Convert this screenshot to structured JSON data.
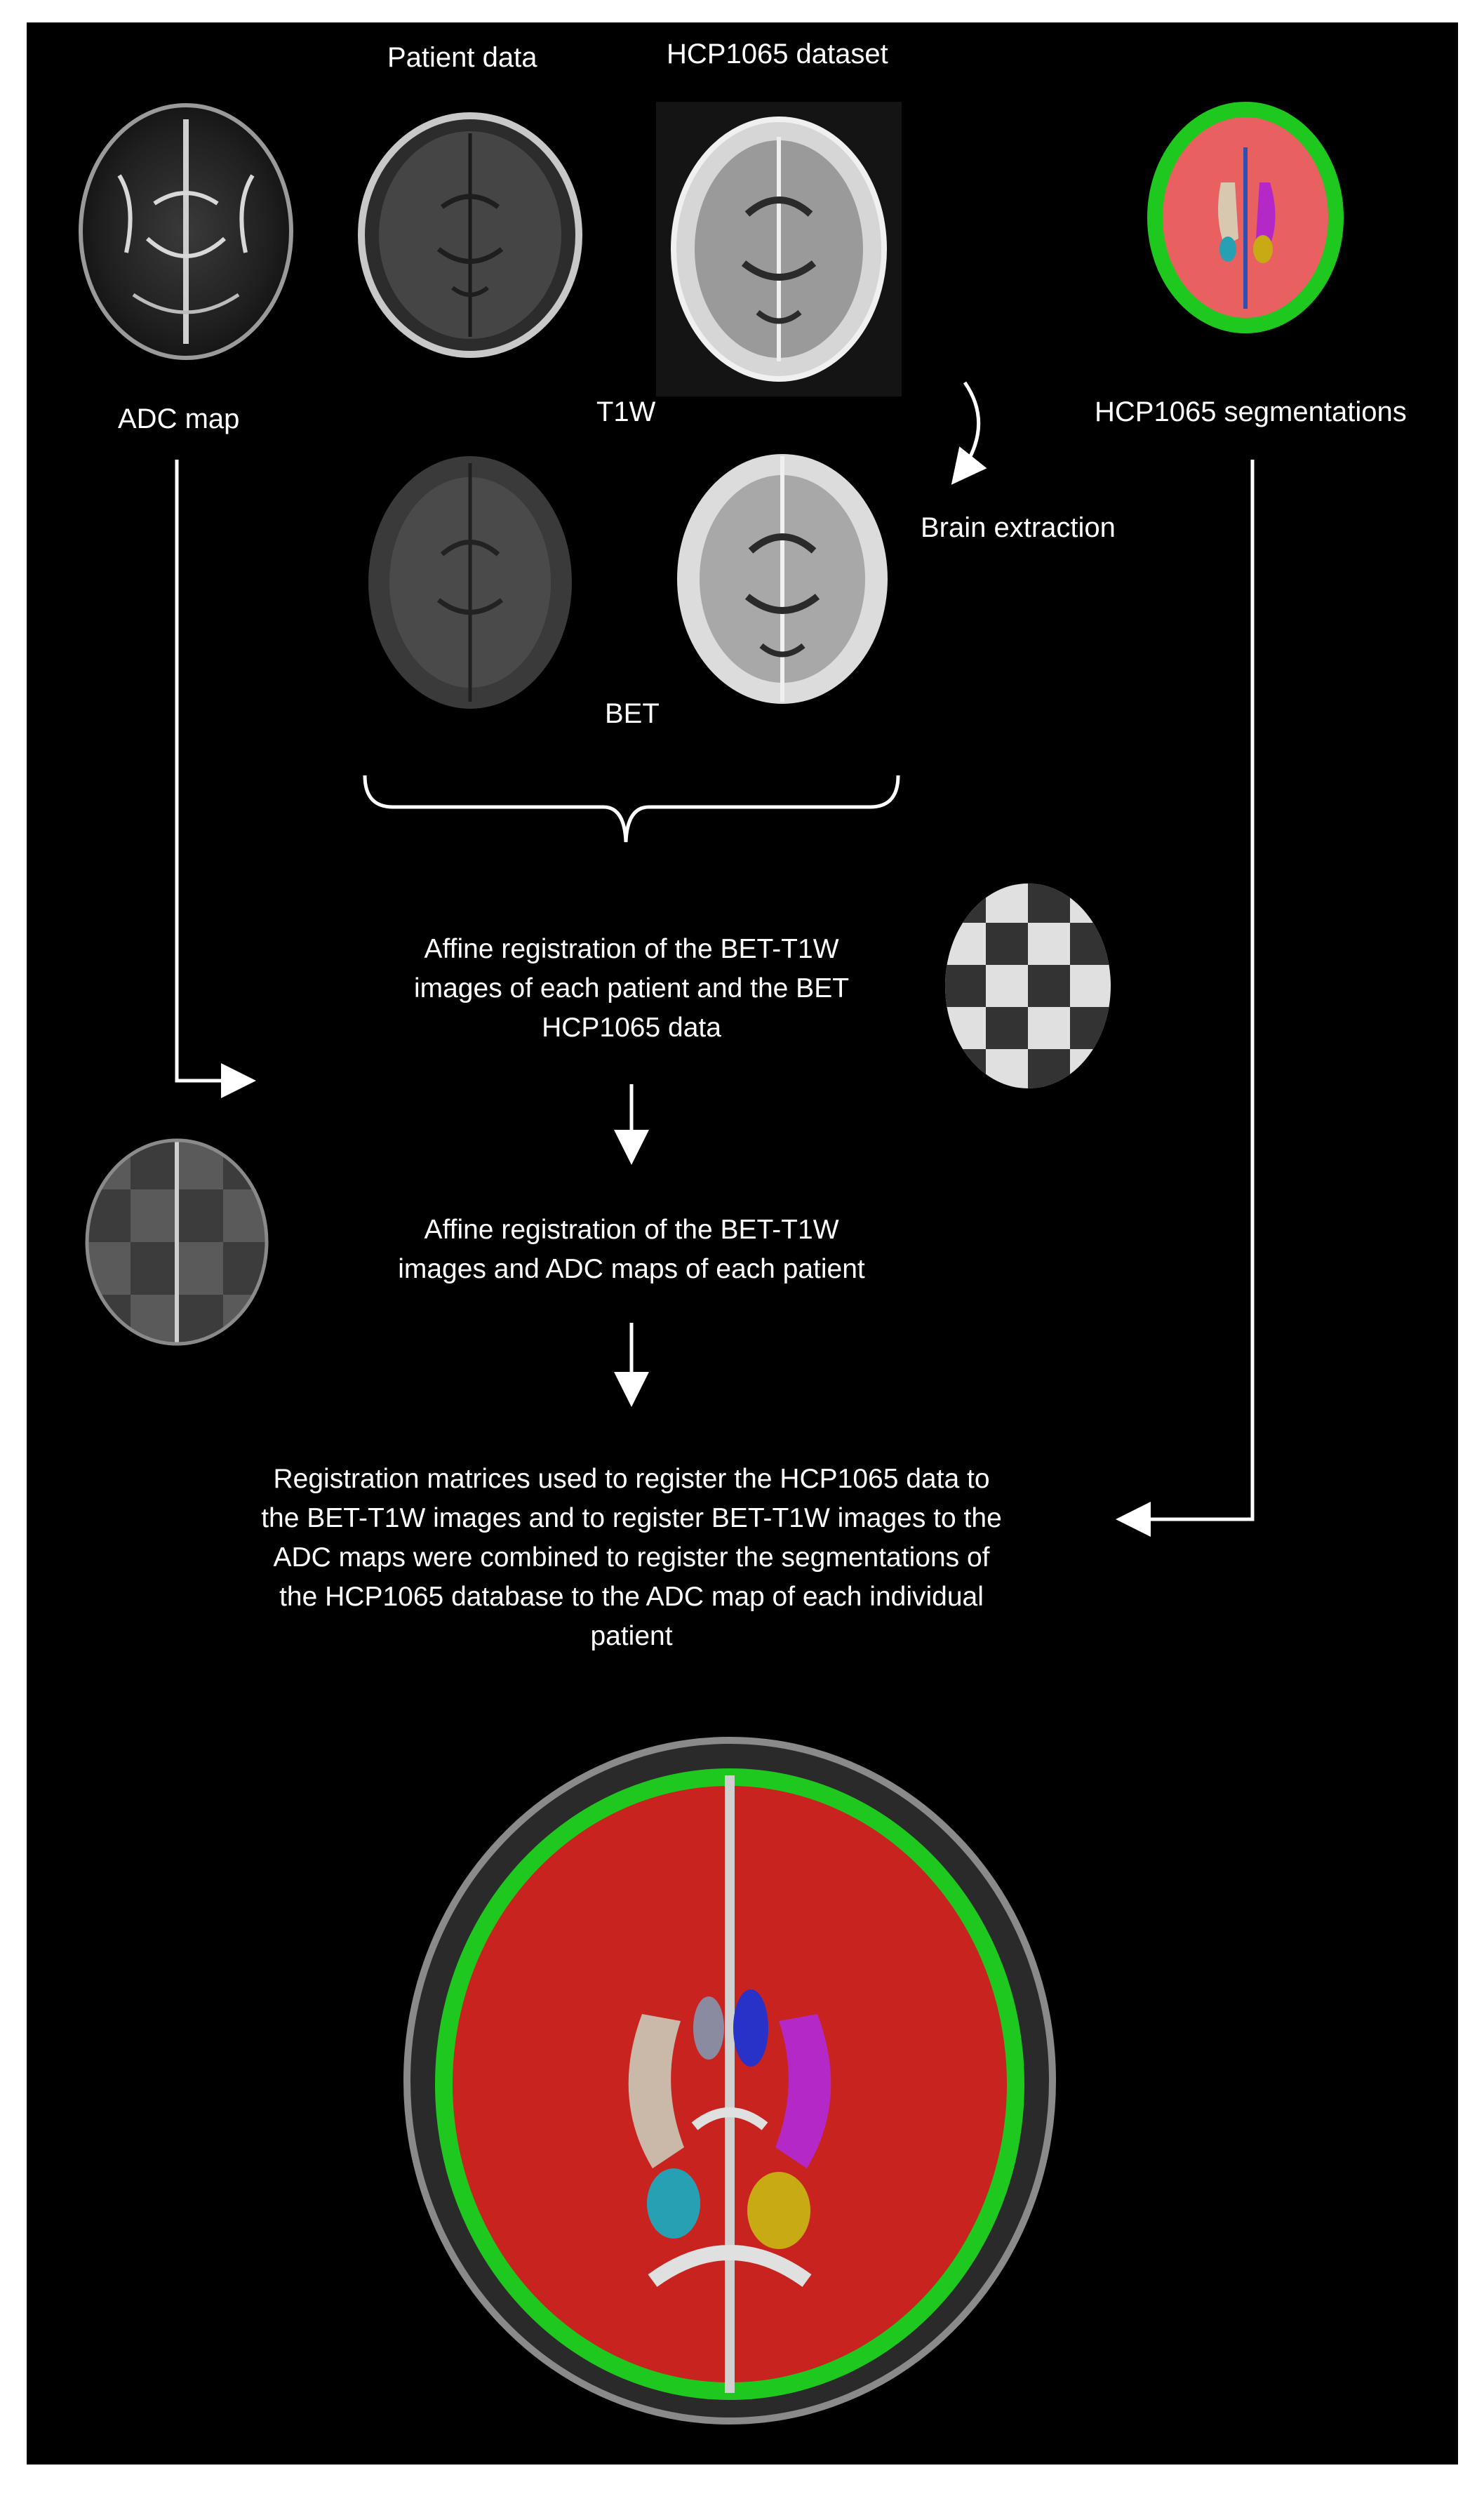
{
  "labels": {
    "patient_data": "Patient data",
    "hcp_dataset": "HCP1065 dataset",
    "adc_map": "ADC map",
    "t1w": "T1W",
    "hcp_segmentations": "HCP1065 segmentations",
    "brain_extraction": "Brain extraction",
    "bet": "BET"
  },
  "steps": {
    "step1": [
      "Affine registration of the BET-T1W",
      "images of each patient and the BET",
      "HCP1065 data"
    ],
    "step2": [
      "Affine registration of the BET-T1W",
      "images and ADC maps of each patient"
    ],
    "step3": [
      "Registration matrices used to register the HCP1065 data to",
      "the BET-T1W images and to register BET-T1W images to the",
      "ADC maps were combined to register the segmentations of",
      "the HCP1065 database to the ADC map of each individual",
      "patient"
    ]
  },
  "colors": {
    "background": "#000000",
    "arrow": "#ffffff",
    "seg_red": "#c8231e",
    "seg_green": "#1ec81e",
    "seg_purple": "#b428c8",
    "seg_blue": "#2832c8",
    "seg_yellow": "#c8aa14",
    "seg_cyan": "#28a0b4"
  }
}
